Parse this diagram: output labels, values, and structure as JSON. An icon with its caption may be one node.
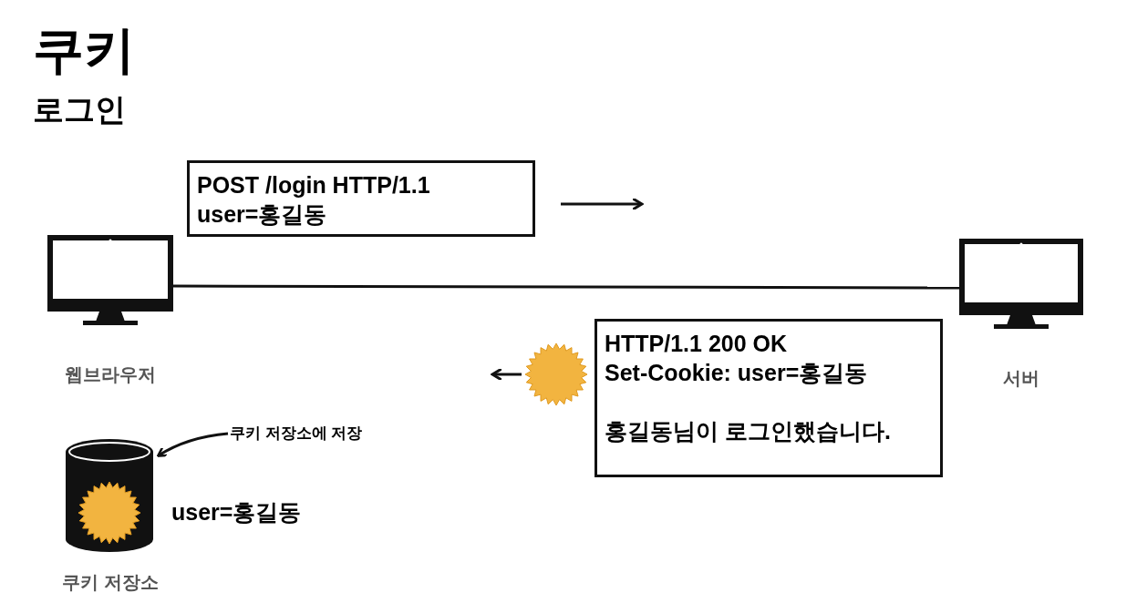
{
  "diagram": {
    "title": "쿠키",
    "nodes": [
      {
        "text": [
          "웹브라우저"
        ]
      },
      {
        "text": [
          "서버"
        ]
      },
      {
        "text": [
          "POST /login HTTP/1.1",
          "user=홍길동"
        ]
      },
      {
        "text": [
          "HTTP/1.1 200 OK",
          "Set-Cookie: user=홍길동",
          "홍길동님이 로그인했습니다."
        ]
      },
      {
        "text": [
          "쿠키 저장소"
        ],
        "beside": [
          "user=홍길동"
        ]
      },
      {
        "text": [
          "쿠키 저장소에 저장"
        ]
      }
    ],
    "edges": [
      {
        "from": 0,
        "to": 1,
        "arrow": "none"
      },
      {
        "from": 5,
        "to": 4,
        "arrow": "to"
      }
    ],
    "labels": [
      "로그인"
    ]
  }
}
